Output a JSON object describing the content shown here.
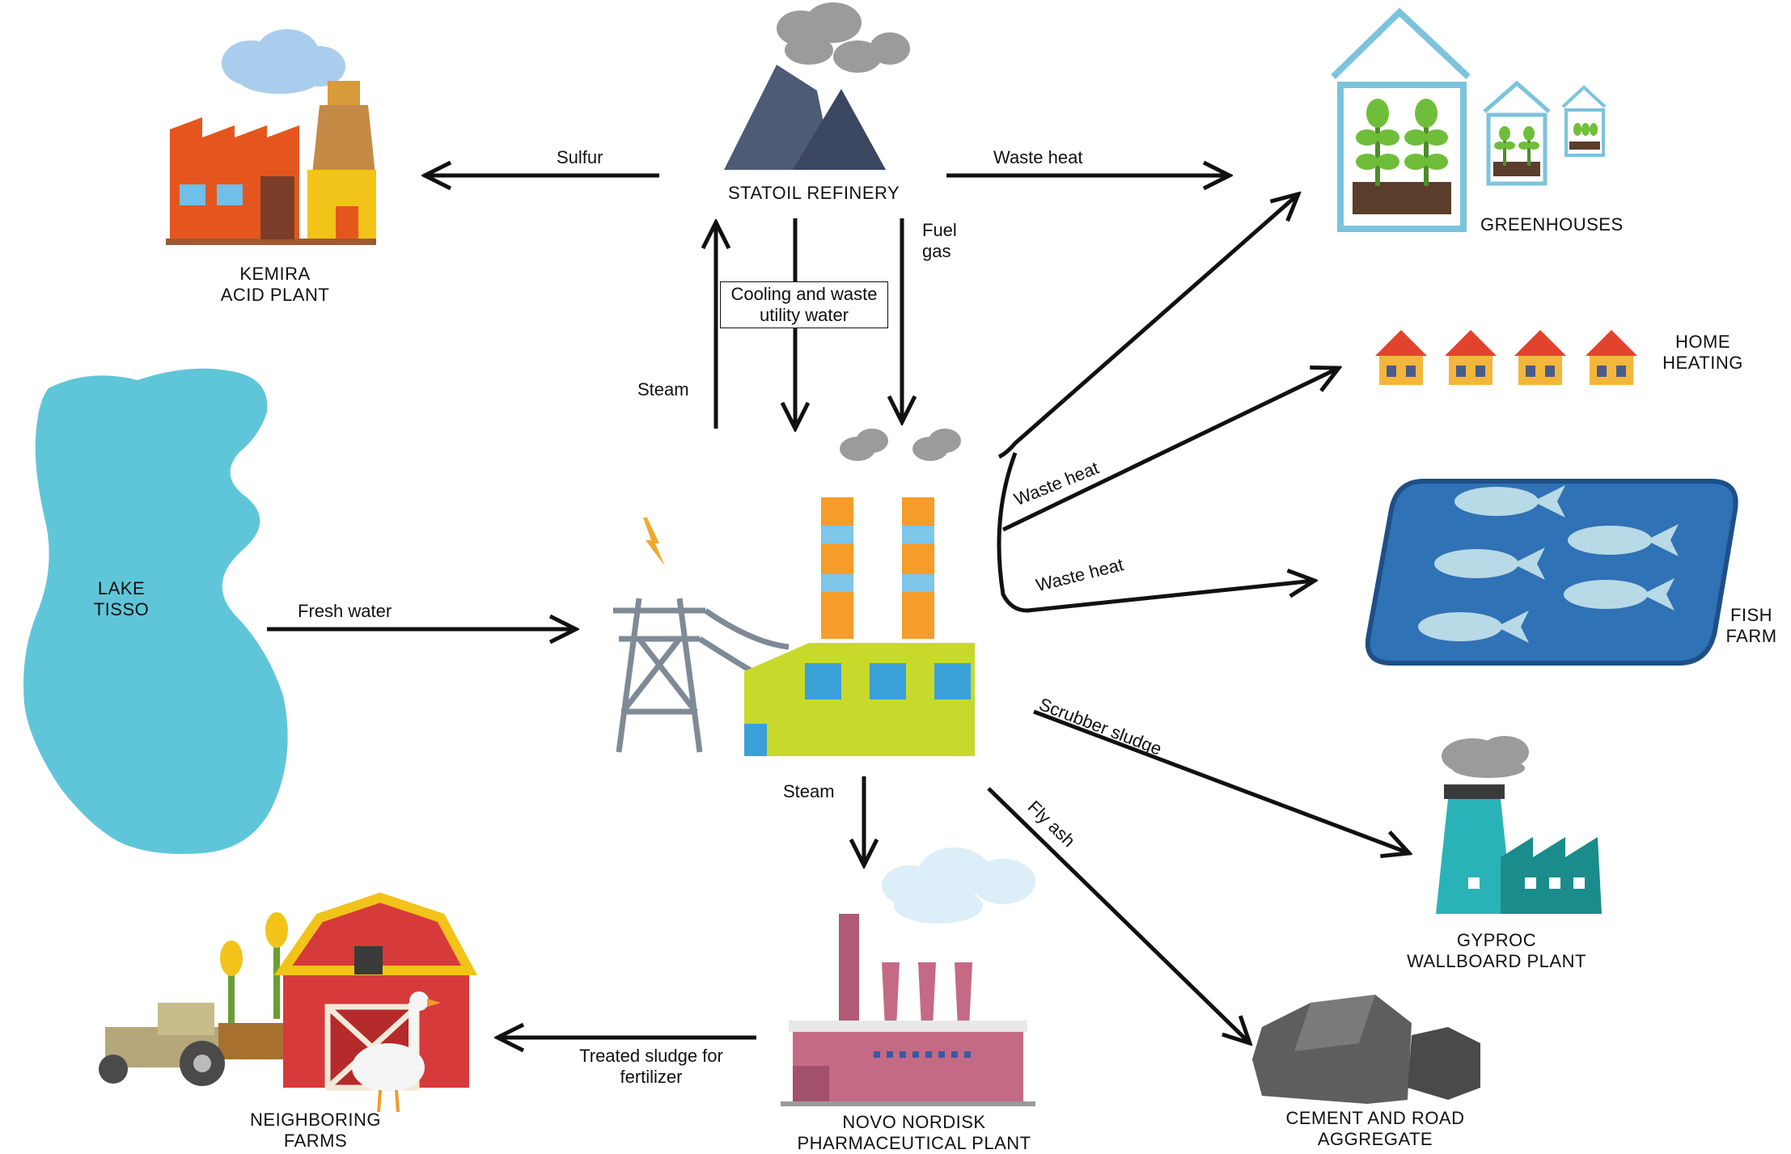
{
  "nodes": {
    "refinery": "STATOIL REFINERY",
    "kemira_1": "KEMIRA",
    "kemira_2": "ACID PLANT",
    "greenhouses": "GREENHOUSES",
    "home_1": "HOME",
    "home_2": "HEATING",
    "lake_1": "LAKE",
    "lake_2": "TISSO",
    "fish_1": "FISH",
    "fish_2": "FARM",
    "gyproc_1": "GYPROC",
    "gyproc_2": "WALLBOARD PLANT",
    "cement_1": "CEMENT AND ROAD",
    "cement_2": "AGGREGATE",
    "novo_1": "NOVO NORDISK",
    "novo_2": "PHARMACEUTICAL PLANT",
    "farms_1": "NEIGHBORING",
    "farms_2": "FARMS"
  },
  "edges": {
    "sulfur": "Sulfur",
    "waste_heat_greenhouse": "Waste heat",
    "fuel_gas_1": "Fuel",
    "fuel_gas_2": "gas",
    "cooling_1": "Cooling and waste",
    "cooling_2": "utility water",
    "steam_up": "Steam",
    "waste_heat_home": "Waste heat",
    "waste_heat_fish": "Waste heat",
    "fresh_water": "Fresh water",
    "scrubber_sludge": "Scrubber sludge",
    "fly_ash": "Fly ash",
    "steam_down": "Steam",
    "sludge_1": "Treated sludge for",
    "sludge_2": "fertilizer"
  },
  "colors": {
    "lake": "#5fc6d9",
    "fish_pond": "#2f72b5",
    "barn_red": "#d63a3a",
    "factory_orange": "#e5561e",
    "power_plant_green": "#c7d92b",
    "pharma_pink": "#c46a85",
    "gyproc_teal": "#1a8c8c"
  }
}
